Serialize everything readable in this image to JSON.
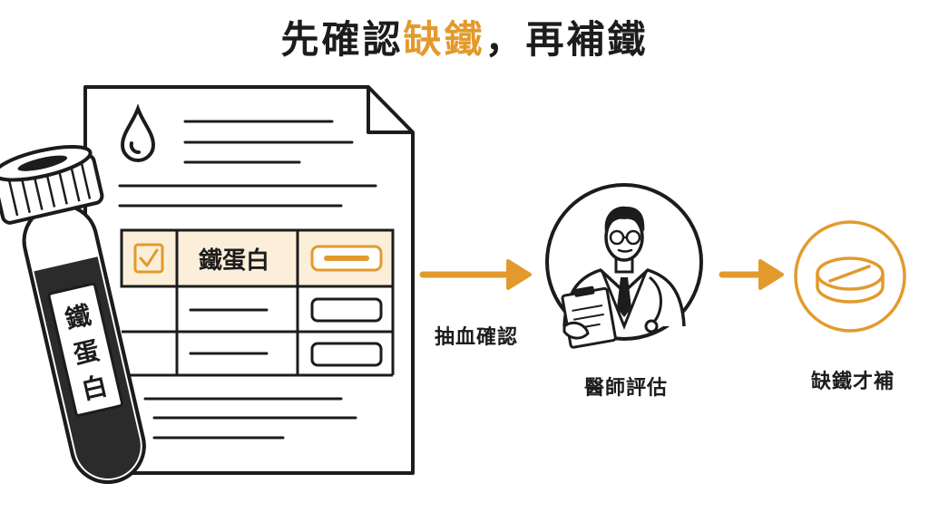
{
  "title": {
    "prefix": "先確認",
    "highlight": "缺鐵",
    "suffix": "，再補鐵"
  },
  "colors": {
    "accent": "#e39a2d",
    "accent_light": "#fcefd9",
    "ink": "#1c1c1c"
  },
  "report": {
    "header_icon": "blood-drop-icon",
    "highlighted_row_label": "鐵蛋白",
    "checkbox_icon": "checkmark-icon"
  },
  "tube": {
    "label": "鐵蛋白"
  },
  "steps": [
    {
      "label": "抽血確認",
      "icon": "arrow-right-icon"
    },
    {
      "label": "醫師評估",
      "icon": "doctor-icon"
    },
    {
      "label": "缺鐵才補",
      "icon": "pill-icon"
    }
  ]
}
